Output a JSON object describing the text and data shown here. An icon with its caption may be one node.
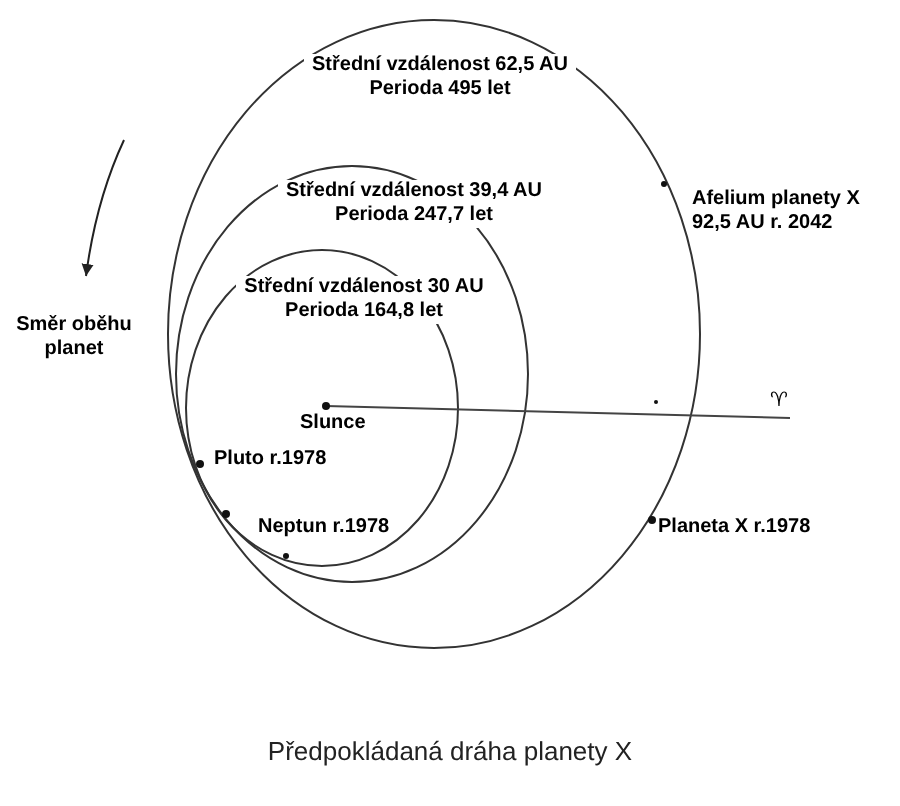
{
  "diagram": {
    "caption": "Předpokládaná dráha planety X",
    "labels": [
      "Střední vzdálenost 62,5 AU Perioda 495 let",
      "Střední vzdálenost 39,4 AU Perioda 247,7 let",
      "Afelium planety X 92,5 AU r. 2042",
      "Směr oběhu planet",
      "Střední vzdálenost 30 AU Perioda 164,8 let",
      "Slunce",
      "♈",
      "Pluto r.1978",
      "Neptun r.1978",
      "Planeta X r.1978"
    ]
  }
}
